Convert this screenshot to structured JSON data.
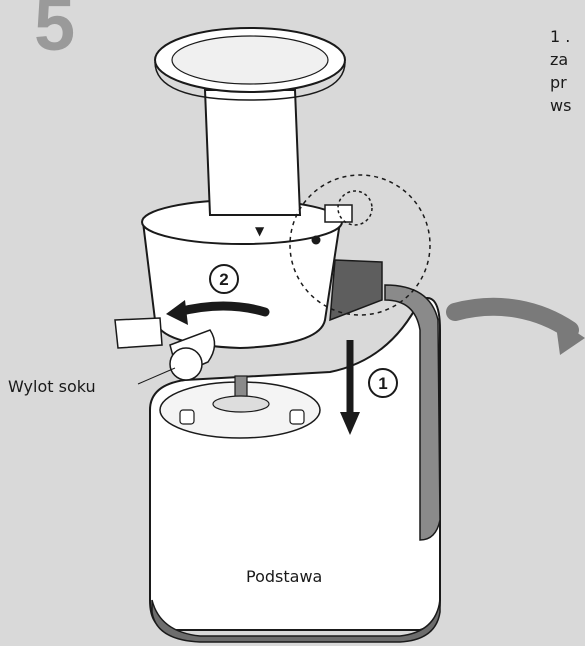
{
  "step": {
    "number": "5"
  },
  "instruction": {
    "lines": [
      "1 .",
      "za",
      "pr",
      "ws"
    ]
  },
  "labels": {
    "juice_outlet": "Wylot soku",
    "base": "Podstawa"
  },
  "markers": {
    "step_one": "1",
    "step_two": "2",
    "align_mark": "▼"
  },
  "colors": {
    "background": "#d9d9d9",
    "body": "#ffffff",
    "outline": "#1a1a1a",
    "accent_gray": "#6d6d6d",
    "arrow_gray": "#7a7a7a"
  }
}
